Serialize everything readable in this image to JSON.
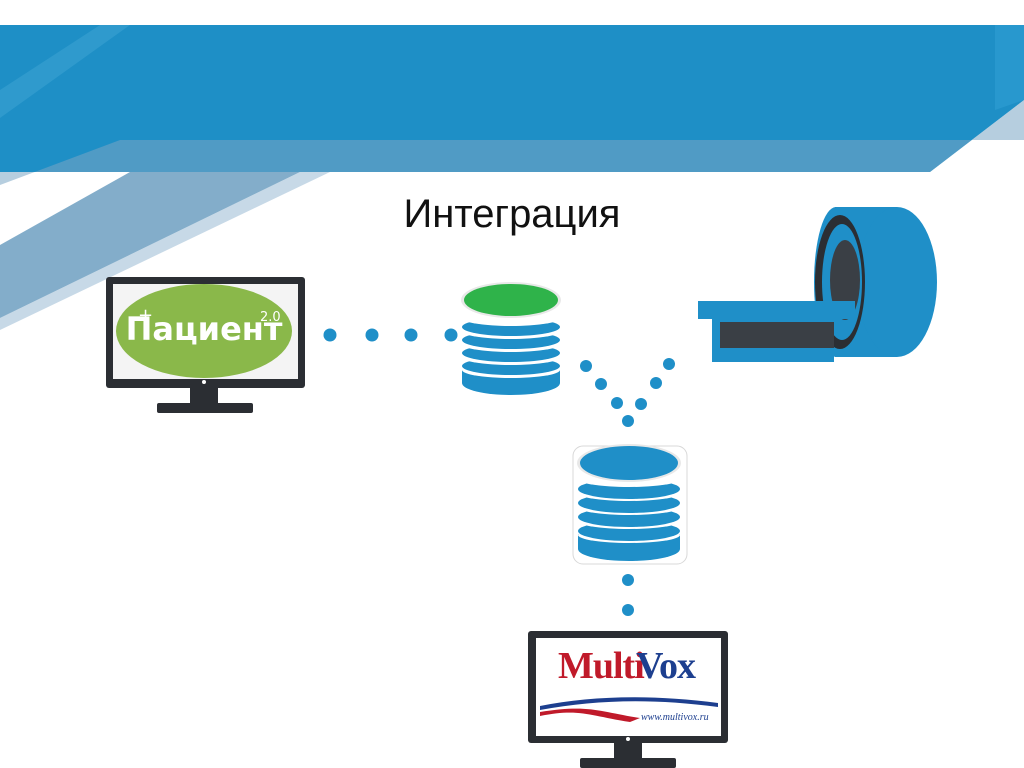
{
  "slide": {
    "title": "Интеграция"
  },
  "nodes": {
    "patient_monitor": {
      "logo_text": "Пациент",
      "logo_plus": "+",
      "logo_version": "2.0",
      "logo_color": "#8ab84a"
    },
    "patient_database": {
      "top_color": "#2fb34a",
      "stripe_color": "#1f8fc8"
    },
    "mri_scanner": {
      "color": "#1f8fc8",
      "dark_color": "#3a3f45"
    },
    "pacs_database": {
      "top_color": "#1f8fc8",
      "stripe_color": "#1f8fc8"
    },
    "multivox_monitor": {
      "logo_multi": "Multi",
      "logo_vox": "Vox",
      "logo_url": "www.multivox.ru",
      "multi_color": "#c01a2a",
      "vox_color": "#1d3f8f"
    }
  },
  "connectors": {
    "dot_color": "#1f8fc8"
  },
  "banner": {
    "color_main": "#1e8fc6",
    "color_light": "#5aa0c8"
  }
}
